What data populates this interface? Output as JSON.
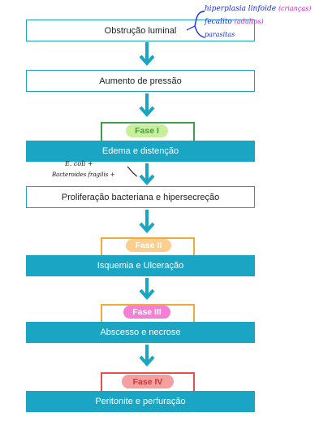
{
  "steps": {
    "step1": "Obstrução luminal",
    "step2": "Aumento de pressão",
    "step3": "Edema e distenção",
    "step4": "Proliferação bacteriana e hipersecreção",
    "step5": "Isquemia e Ulceração",
    "step6": "Abscesso e necrose",
    "step7": "Peritonite e perfuração"
  },
  "phases": {
    "phase1": {
      "label": "Fase I",
      "frame_color": "#3e9f4a",
      "pill_color": "#c8f09a",
      "text_color": "#3e9f4a"
    },
    "phase2": {
      "label": "Fase II",
      "frame_color": "#f2a93b",
      "pill_color": "#fccf8e",
      "text_color": "#ffffff"
    },
    "phase3": {
      "label": "Fase III",
      "frame_color": "#f2a93b",
      "pill_color": "#f57ed6",
      "text_color": "#ffffff"
    },
    "phase4": {
      "label": "Fase IV",
      "frame_color": "#e5504c",
      "pill_color": "#f4a0a0",
      "text_color": "#c43a36"
    }
  },
  "handwritten_notes": {
    "cause1": "hiperplasia linfoide",
    "cause1_note": "(crianças)",
    "cause2": "fecalito",
    "cause2_note": "(adultos)",
    "cause3": "parasitas",
    "bacteria1": "E. coli",
    "bacteria2": "Bacteroides fragilis"
  },
  "colors": {
    "accent": "#1ba5c4",
    "ink_blue": "#1a2ee0",
    "ink_magenta": "#d21ad0",
    "ink_black": "#111111"
  }
}
